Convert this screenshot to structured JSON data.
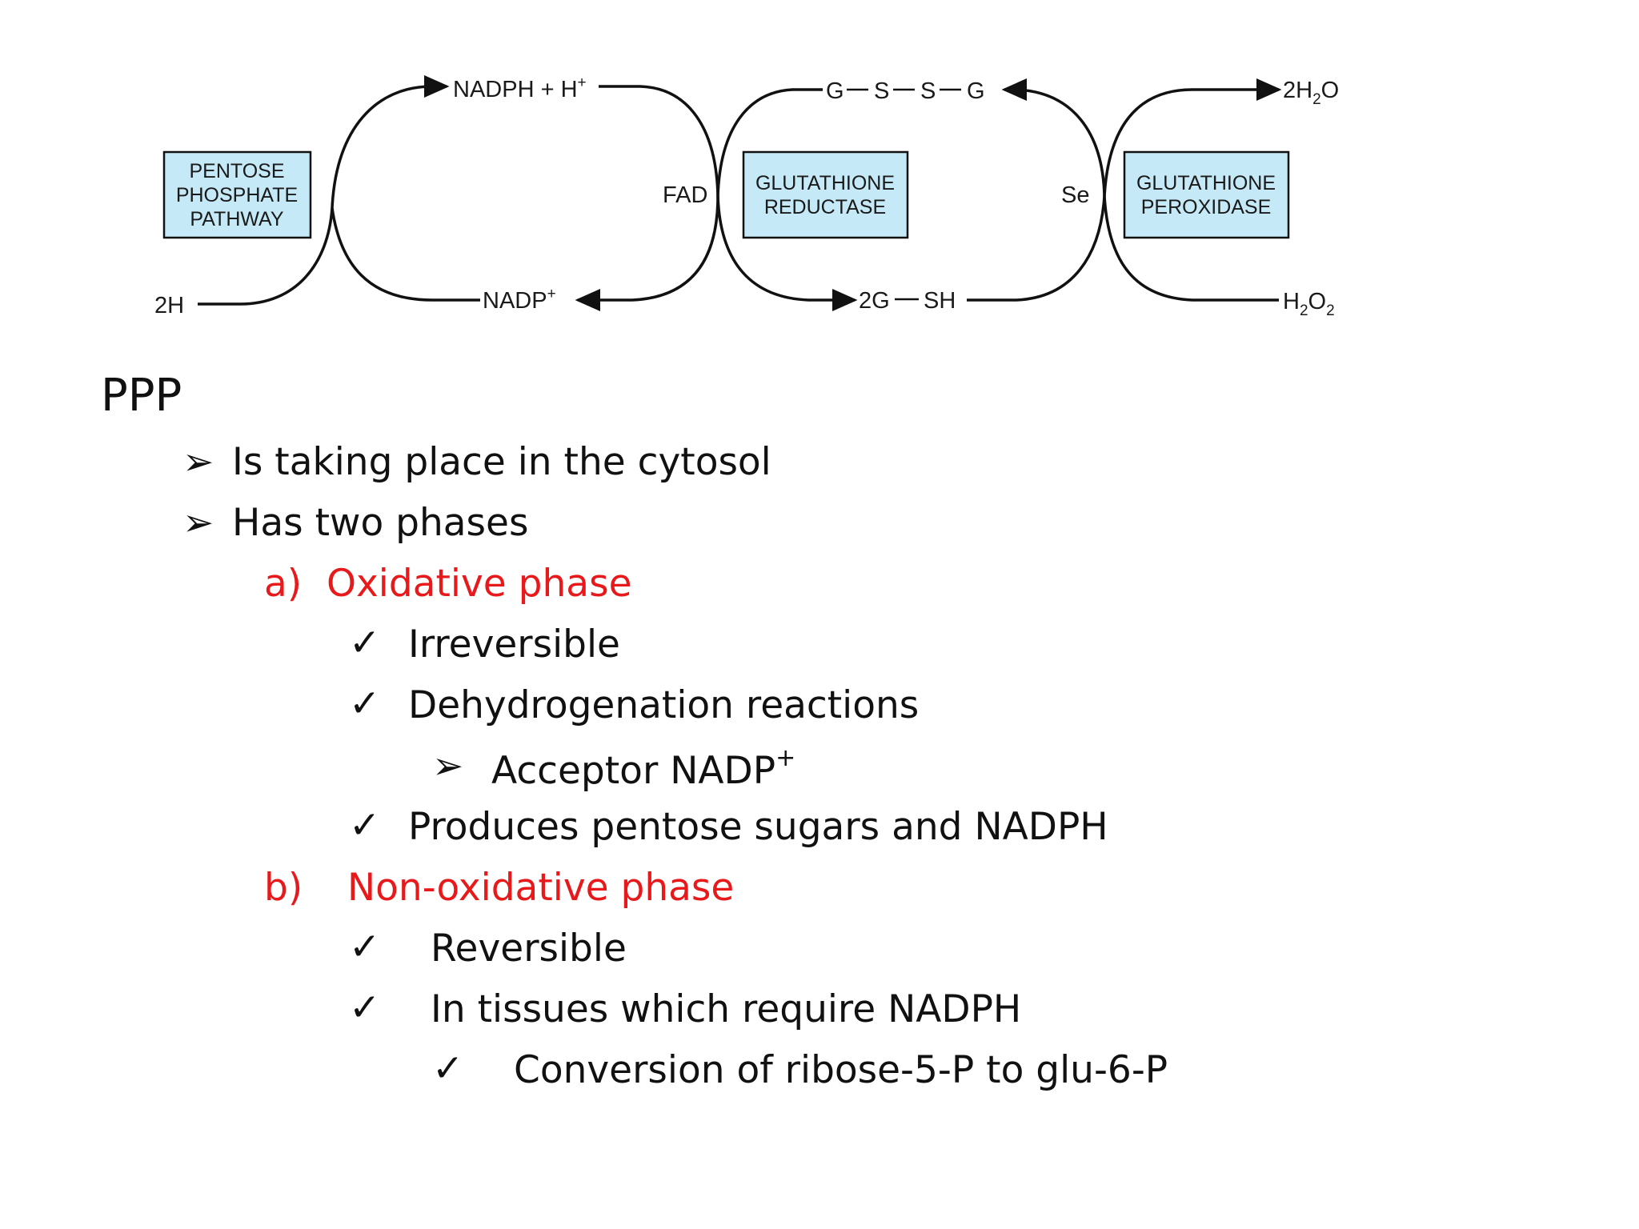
{
  "diagram": {
    "left_box": [
      "PENTOSE",
      "PHOSPHATE",
      "PATHWAY"
    ],
    "middle_box": [
      "GLUTATHIONE",
      "REDUCTASE"
    ],
    "right_box": [
      "GLUTATHIONE",
      "PEROXIDASE"
    ],
    "label_2h": "2H",
    "label_nadph": "NADPH + H",
    "label_nadph_sup": "+",
    "label_nadp": "NADP",
    "label_nadp_sup": "+",
    "label_fad": "FAD",
    "label_gssg": [
      "G",
      "S",
      "S",
      "G"
    ],
    "label_2gsh": [
      "2G",
      "SH"
    ],
    "label_se": "Se",
    "label_2h2o": [
      "2H",
      "2",
      "O"
    ],
    "label_h2o2": [
      "H",
      "2",
      "O",
      "2"
    ]
  },
  "slide": {
    "title": "PPP",
    "bullets": [
      "Is taking place in the cytosol",
      "Has two phases"
    ],
    "phase_a_marker": "a)",
    "phase_a_label": "Oxidative phase",
    "phase_a_items": [
      "Irreversible",
      "Dehydrogenation reactions",
      "Produces pentose sugars and NADPH"
    ],
    "acceptor_label": "Acceptor NADP",
    "acceptor_sup": "+",
    "phase_b_marker": "b)",
    "phase_b_label": "Non-oxidative phase",
    "phase_b_items": [
      "Reversible",
      "In tissues which require NADPH"
    ],
    "phase_b_sub": "Conversion of ribose-5-P to glu-6-P"
  }
}
